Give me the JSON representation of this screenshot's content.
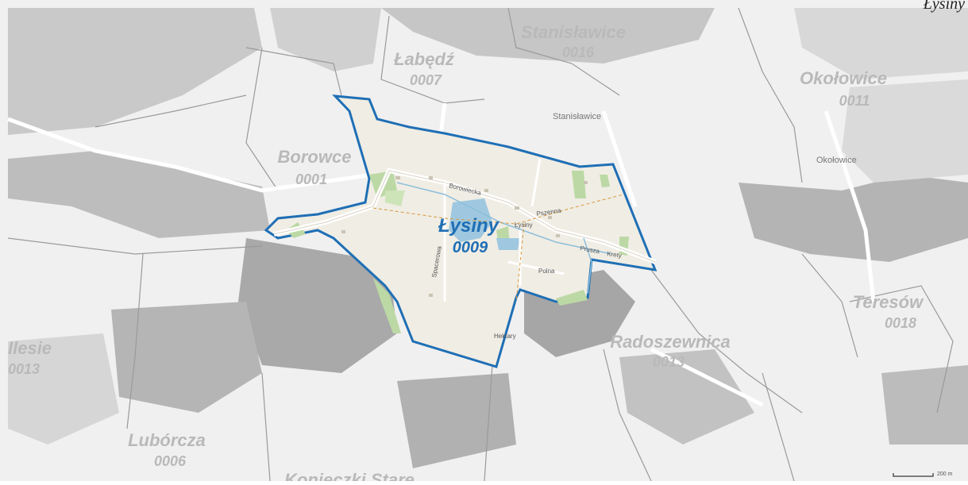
{
  "corner_label": "Łysiny",
  "highlight": {
    "name": "Łysiny",
    "code": "0009",
    "border_color": "#1f6fb5"
  },
  "regions": [
    {
      "name": "Stanisławice",
      "code": "0016"
    },
    {
      "name": "Łabędź",
      "code": "0007"
    },
    {
      "name": "Okołowice",
      "code": "0011"
    },
    {
      "name": "Borowce",
      "code": "0001"
    },
    {
      "name": "Teresów",
      "code": "0018"
    },
    {
      "name": "Radoszewnica",
      "code": "0013"
    },
    {
      "name": "Ilesie",
      "code": "0013"
    },
    {
      "name": "Lubórcza",
      "code": "0006"
    },
    {
      "name": "Konieczki Stare",
      "code": ""
    }
  ],
  "streets": [
    "Borowiecka",
    "Pszenna",
    "Łysiny",
    "Prusza",
    "Krety",
    "Polna",
    "Spacerowa",
    "Hektary"
  ],
  "places": [
    "Stanisławice",
    "Okołowice"
  ],
  "scale_label": "200 m"
}
